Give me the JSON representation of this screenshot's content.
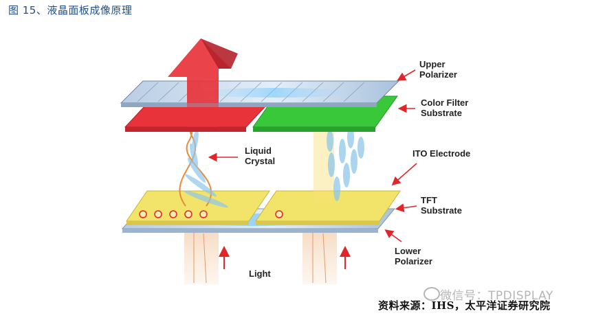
{
  "figure_caption": "图 15、液晶面板成像原理",
  "labels": {
    "upper_polarizer": [
      "Upper",
      "Polarizer"
    ],
    "color_filter": [
      "Color Filter",
      "Substrate"
    ],
    "liquid_crystal": [
      "Liquid",
      "Crystal"
    ],
    "ito_electrode": [
      "ITO Electrode"
    ],
    "tft_substrate": [
      "TFT",
      "Substrate"
    ],
    "lower_polarizer": [
      "Lower",
      "Polarizer"
    ],
    "light": [
      "Light"
    ]
  },
  "watermark": "微信号：TPDISPLAY",
  "source": "资料来源：IHS，太平洋证券研究院",
  "colors": {
    "caption": "#1f4e8c",
    "red_filter": "#e8333b",
    "green_filter": "#38c83a",
    "tft_yellow": "#f2e36b",
    "polarizer": "#c9d9ea",
    "label_arrow": "#e0262a"
  }
}
